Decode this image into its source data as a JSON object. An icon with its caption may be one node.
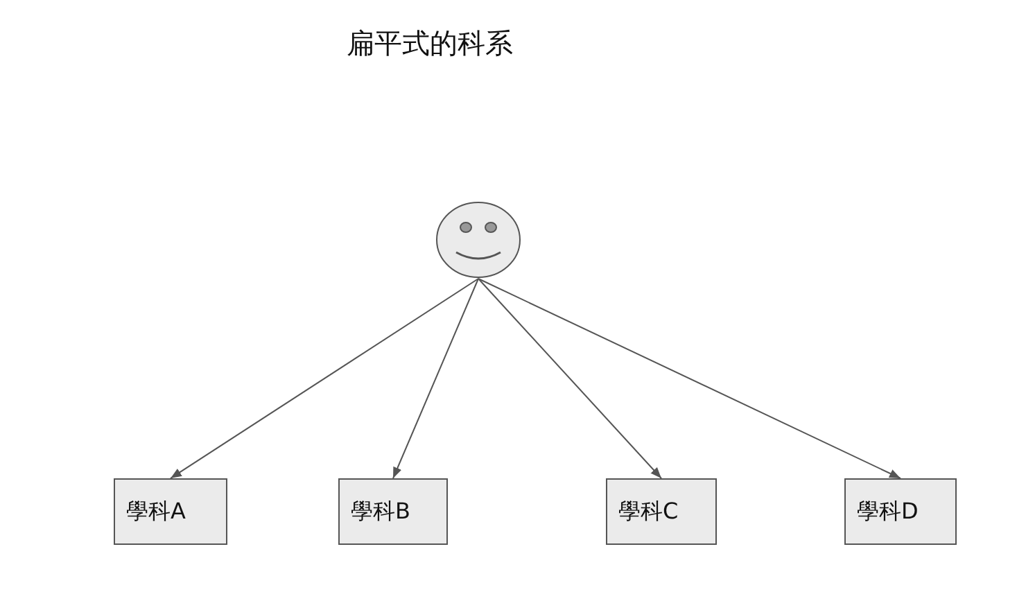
{
  "diagram": {
    "title": "扁平式的科系",
    "nodes": [
      {
        "text": [],
        "shape": "circle"
      },
      {
        "text": [
          "學科A"
        ]
      },
      {
        "text": [
          "學科B"
        ]
      },
      {
        "text": [
          "學科C"
        ]
      },
      {
        "text": [
          "學科D"
        ]
      }
    ],
    "edges": [
      {
        "from": 0,
        "to": 1,
        "arrow": "to"
      },
      {
        "from": 0,
        "to": 2,
        "arrow": "to"
      },
      {
        "from": 0,
        "to": 3,
        "arrow": "to"
      },
      {
        "from": 0,
        "to": 4,
        "arrow": "to"
      }
    ]
  }
}
